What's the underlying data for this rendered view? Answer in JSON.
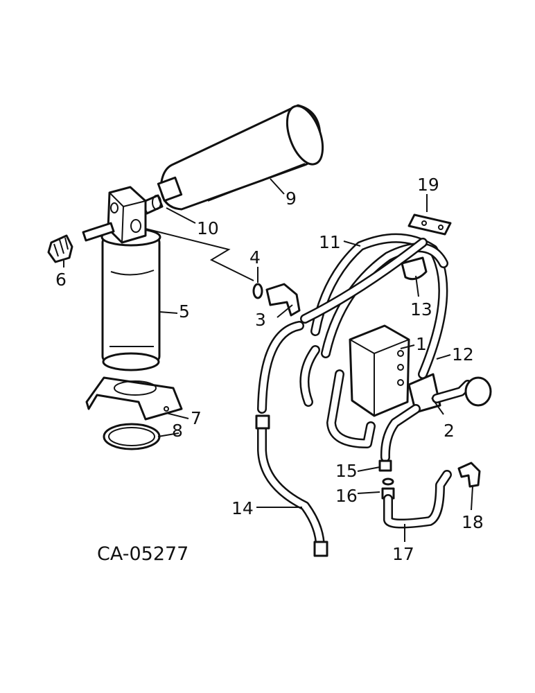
{
  "drawing_code": "CA-05277",
  "callouts": {
    "c1": "1",
    "c2": "2",
    "c3": "3",
    "c4": "4",
    "c5": "5",
    "c6": "6",
    "c7": "7",
    "c8": "8",
    "c9": "9",
    "c10": "10",
    "c11": "11",
    "c12": "12",
    "c13": "13",
    "c14": "14",
    "c15": "15",
    "c16": "16",
    "c17": "17",
    "c18": "18",
    "c19": "19"
  }
}
